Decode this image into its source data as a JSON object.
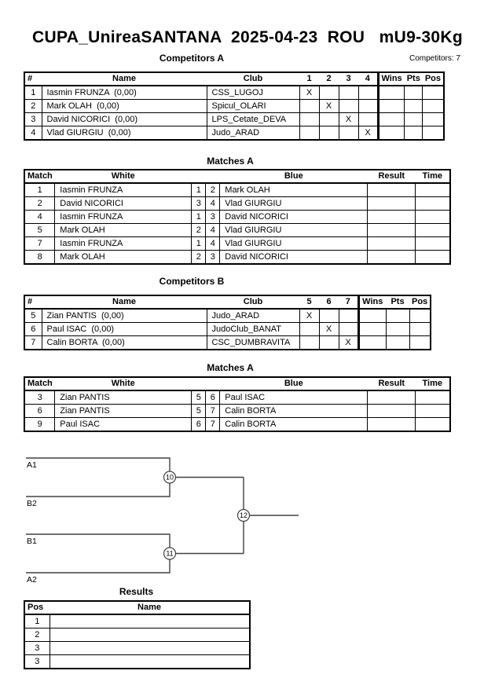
{
  "header": {
    "title": "CUPA_UnireaSANTANA  2025-04-23  ROU   mU9-30Kg",
    "competitors_total": "Competitors: 7"
  },
  "competitors_a": {
    "heading": "Competitors A",
    "columns": {
      "num": "#",
      "name": "Name",
      "club": "Club",
      "m1": "1",
      "m2": "2",
      "m3": "3",
      "m4": "4",
      "wins": "Wins",
      "pts": "Pts",
      "pos": "Pos"
    },
    "rows": [
      {
        "num": "1",
        "name": "Iasmin FRUNZA  (0,00)",
        "club": "CSS_LUGOJ",
        "m1": "X",
        "m2": "",
        "m3": "",
        "m4": "",
        "wins": "",
        "pts": "",
        "pos": ""
      },
      {
        "num": "2",
        "name": "Mark OLAH  (0,00)",
        "club": "Spicul_OLARI",
        "m1": "",
        "m2": "X",
        "m3": "",
        "m4": "",
        "wins": "",
        "pts": "",
        "pos": ""
      },
      {
        "num": "3",
        "name": "David NICORICI  (0,00)",
        "club": "LPS_Cetate_DEVA",
        "m1": "",
        "m2": "",
        "m3": "X",
        "m4": "",
        "wins": "",
        "pts": "",
        "pos": ""
      },
      {
        "num": "4",
        "name": "Vlad GIURGIU  (0,00)",
        "club": "Judo_ARAD",
        "m1": "",
        "m2": "",
        "m3": "",
        "m4": "X",
        "wins": "",
        "pts": "",
        "pos": ""
      }
    ]
  },
  "matches_a": {
    "heading": "Matches A",
    "columns": {
      "match": "Match",
      "white": "White",
      "blue": "Blue",
      "result": "Result",
      "time": "Time"
    },
    "rows": [
      {
        "match": "1",
        "white": "Iasmin FRUNZA",
        "wn": "1",
        "bn": "2",
        "blue": "Mark OLAH",
        "result": "",
        "time": ""
      },
      {
        "match": "2",
        "white": "David NICORICI",
        "wn": "3",
        "bn": "4",
        "blue": "Vlad GIURGIU",
        "result": "",
        "time": ""
      },
      {
        "match": "4",
        "white": "Iasmin FRUNZA",
        "wn": "1",
        "bn": "3",
        "blue": "David NICORICI",
        "result": "",
        "time": ""
      },
      {
        "match": "5",
        "white": "Mark OLAH",
        "wn": "2",
        "bn": "4",
        "blue": "Vlad GIURGIU",
        "result": "",
        "time": ""
      },
      {
        "match": "7",
        "white": "Iasmin FRUNZA",
        "wn": "1",
        "bn": "4",
        "blue": "Vlad GIURGIU",
        "result": "",
        "time": ""
      },
      {
        "match": "8",
        "white": "Mark OLAH",
        "wn": "2",
        "bn": "3",
        "blue": "David NICORICI",
        "result": "",
        "time": ""
      }
    ]
  },
  "competitors_b": {
    "heading": "Competitors B",
    "columns": {
      "num": "#",
      "name": "Name",
      "club": "Club",
      "m1": "5",
      "m2": "6",
      "m3": "7",
      "wins": "Wins",
      "pts": "Pts",
      "pos": "Pos"
    },
    "rows": [
      {
        "num": "5",
        "name": "Zian PANTIS  (0,00)",
        "club": "Judo_ARAD",
        "m1": "X",
        "m2": "",
        "m3": "",
        "wins": "",
        "pts": "",
        "pos": ""
      },
      {
        "num": "6",
        "name": "Paul ISAC  (0,00)",
        "club": "JudoClub_BANAT",
        "m1": "",
        "m2": "X",
        "m3": "",
        "wins": "",
        "pts": "",
        "pos": ""
      },
      {
        "num": "7",
        "name": "Calin BORTA  (0,00)",
        "club": "CSC_DUMBRAVITA",
        "m1": "",
        "m2": "",
        "m3": "X",
        "wins": "",
        "pts": "",
        "pos": ""
      }
    ]
  },
  "matches_b": {
    "heading": "Matches A",
    "columns": {
      "match": "Match",
      "white": "White",
      "blue": "Blue",
      "result": "Result",
      "time": "Time"
    },
    "rows": [
      {
        "match": "3",
        "white": "Zian PANTIS",
        "wn": "5",
        "bn": "6",
        "blue": "Paul ISAC",
        "result": "",
        "time": ""
      },
      {
        "match": "6",
        "white": "Zian PANTIS",
        "wn": "5",
        "bn": "7",
        "blue": "Calin BORTA",
        "result": "",
        "time": ""
      },
      {
        "match": "9",
        "white": "Paul ISAC",
        "wn": "6",
        "bn": "7",
        "blue": "Calin BORTA",
        "result": "",
        "time": ""
      }
    ]
  },
  "bracket": {
    "slots": {
      "top1": "A1",
      "top2": "B2",
      "bottom1": "B1",
      "bottom2": "A2"
    },
    "nodes": {
      "semi1": "10",
      "semi2": "11",
      "final": "12"
    },
    "line_color": "#404040"
  },
  "results": {
    "heading": "Results",
    "columns": {
      "pos": "Pos",
      "name": "Name"
    },
    "rows": [
      {
        "pos": "1",
        "name": ""
      },
      {
        "pos": "2",
        "name": ""
      },
      {
        "pos": "3",
        "name": ""
      },
      {
        "pos": "3",
        "name": ""
      }
    ]
  }
}
